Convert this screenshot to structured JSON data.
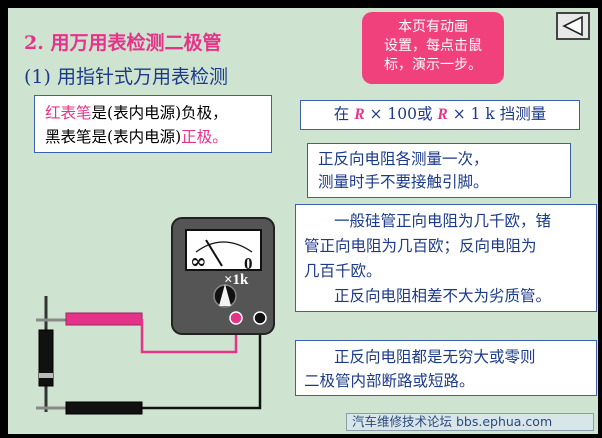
{
  "slide": {
    "title": "2. 用万用表检测二极管",
    "subtitle": "(1) 用指针式万用表检测"
  },
  "animation_note": {
    "line1": "本页有动画",
    "line2": "设置，每点击鼠",
    "line3": "标，演示一步。"
  },
  "probe_box": {
    "red_probe": "红表笔",
    "line1_mid": "是(表内电源)",
    "line1_end": "负极，",
    "black_probe": "黑表笔",
    "line2_mid": "是(表内电源)",
    "line2_end": "正极。"
  },
  "range_box": {
    "prefix": "在 ",
    "r1": "R",
    "times1": " × 100或 ",
    "r2": "R",
    "times2": " × 1 k 挡测量"
  },
  "once_box": {
    "line1": "正反向电阻各测量一次，",
    "line2": "测量时手不要接触引脚。"
  },
  "si_box": {
    "line1": "一般硅管正向电阻为几千欧，锗",
    "line2": "管正向电阻为几百欧；反向电阻为",
    "line3": "几百千欧。",
    "line4": "正反向电阻相差不大为劣质管。"
  },
  "zero_box": {
    "line1": "正反向电阻都是无穷大或零则",
    "line2": "二极管内部断路或短路。"
  },
  "meter": {
    "infinity": "∞",
    "zero": "0",
    "range": "×1k"
  },
  "footer": {
    "text": "汽车维修技术论坛 bbs.ephua.com"
  },
  "colors": {
    "panel": "#cfe4d0",
    "accent_pink": "#e6338a",
    "text_blue": "#1b3a8a",
    "note_bg": "#f0417d",
    "meter_body": "#555555"
  },
  "icons": {
    "nav": "triangle-left-icon"
  }
}
